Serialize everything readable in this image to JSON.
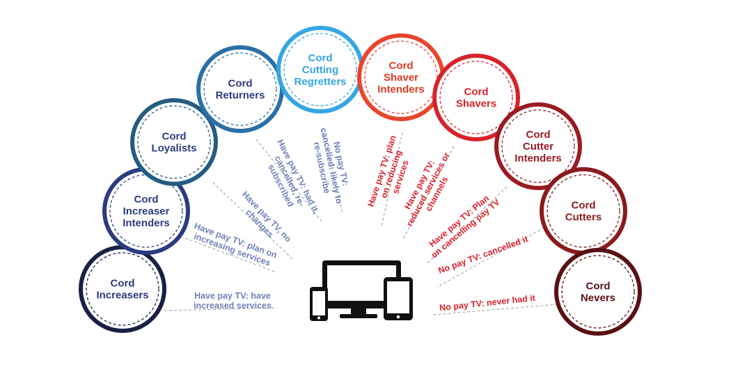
{
  "segments": [
    {
      "label": [
        "Cord",
        "Increasers"
      ],
      "color": "#1a1f44",
      "text_color": "#2b3a78",
      "description": [
        "Have pay TV: have",
        "increased services"
      ],
      "desc_color": "#6f82b8"
    },
    {
      "label": [
        "Cord",
        "Increaser",
        "Intenders"
      ],
      "color": "#2c3b80",
      "text_color": "#2c3b80",
      "description": [
        "Have pay TV: plan on",
        "increasing services"
      ],
      "desc_color": "#6f82b8"
    },
    {
      "label": [
        "Cord",
        "Loyalists"
      ],
      "color": "#245b83",
      "text_color": "#2c3b80",
      "description": [
        "Have pay TV, no",
        "changes"
      ],
      "desc_color": "#6f82b8"
    },
    {
      "label": [
        "Cord",
        "Returners"
      ],
      "color": "#2a6fa5",
      "text_color": "#2c3b80",
      "description": [
        "Have pay TV: had it,",
        "cancelled, re-",
        "subscribed"
      ],
      "desc_color": "#6f82b8"
    },
    {
      "label": [
        "Cord",
        "Cutting",
        "Regretters"
      ],
      "color": "#35a6e3",
      "text_color": "#35a6e3",
      "description": [
        "No pay TV:",
        "cancelled: likely to",
        "re-subscribe"
      ],
      "desc_color": "#6f82b8"
    },
    {
      "label": [
        "Cord",
        "Shaver",
        "Intenders"
      ],
      "color": "#e8452c",
      "text_color": "#e03a24",
      "description": [
        "Have pay TV: plan",
        "on reducing",
        "services"
      ],
      "desc_color": "#d9232d"
    },
    {
      "label": [
        "Cord",
        "Shavers"
      ],
      "color": "#d6232a",
      "text_color": "#d6232a",
      "description": [
        "Have pay TV:",
        "reduced services or",
        "channels"
      ],
      "desc_color": "#d9232d"
    },
    {
      "label": [
        "Cord",
        "Cutter",
        "Intenders"
      ],
      "color": "#9b1b22",
      "text_color": "#9b1b22",
      "description": [
        "Have pay TV: Plan",
        "on cancelling pay TV"
      ],
      "desc_color": "#d9232d"
    },
    {
      "label": [
        "Cord",
        "Cutters"
      ],
      "color": "#8a1a1d",
      "text_color": "#8a1a1d",
      "description": [
        "No pay TV: cancelled it"
      ],
      "desc_color": "#d9232d"
    },
    {
      "label": [
        "Cord",
        "Nevers"
      ],
      "color": "#5a1013",
      "text_color": "#5a1013",
      "description": [
        "No pay TV: never had it"
      ],
      "desc_color": "#d9232d"
    }
  ],
  "center_icon": "devices-icon"
}
